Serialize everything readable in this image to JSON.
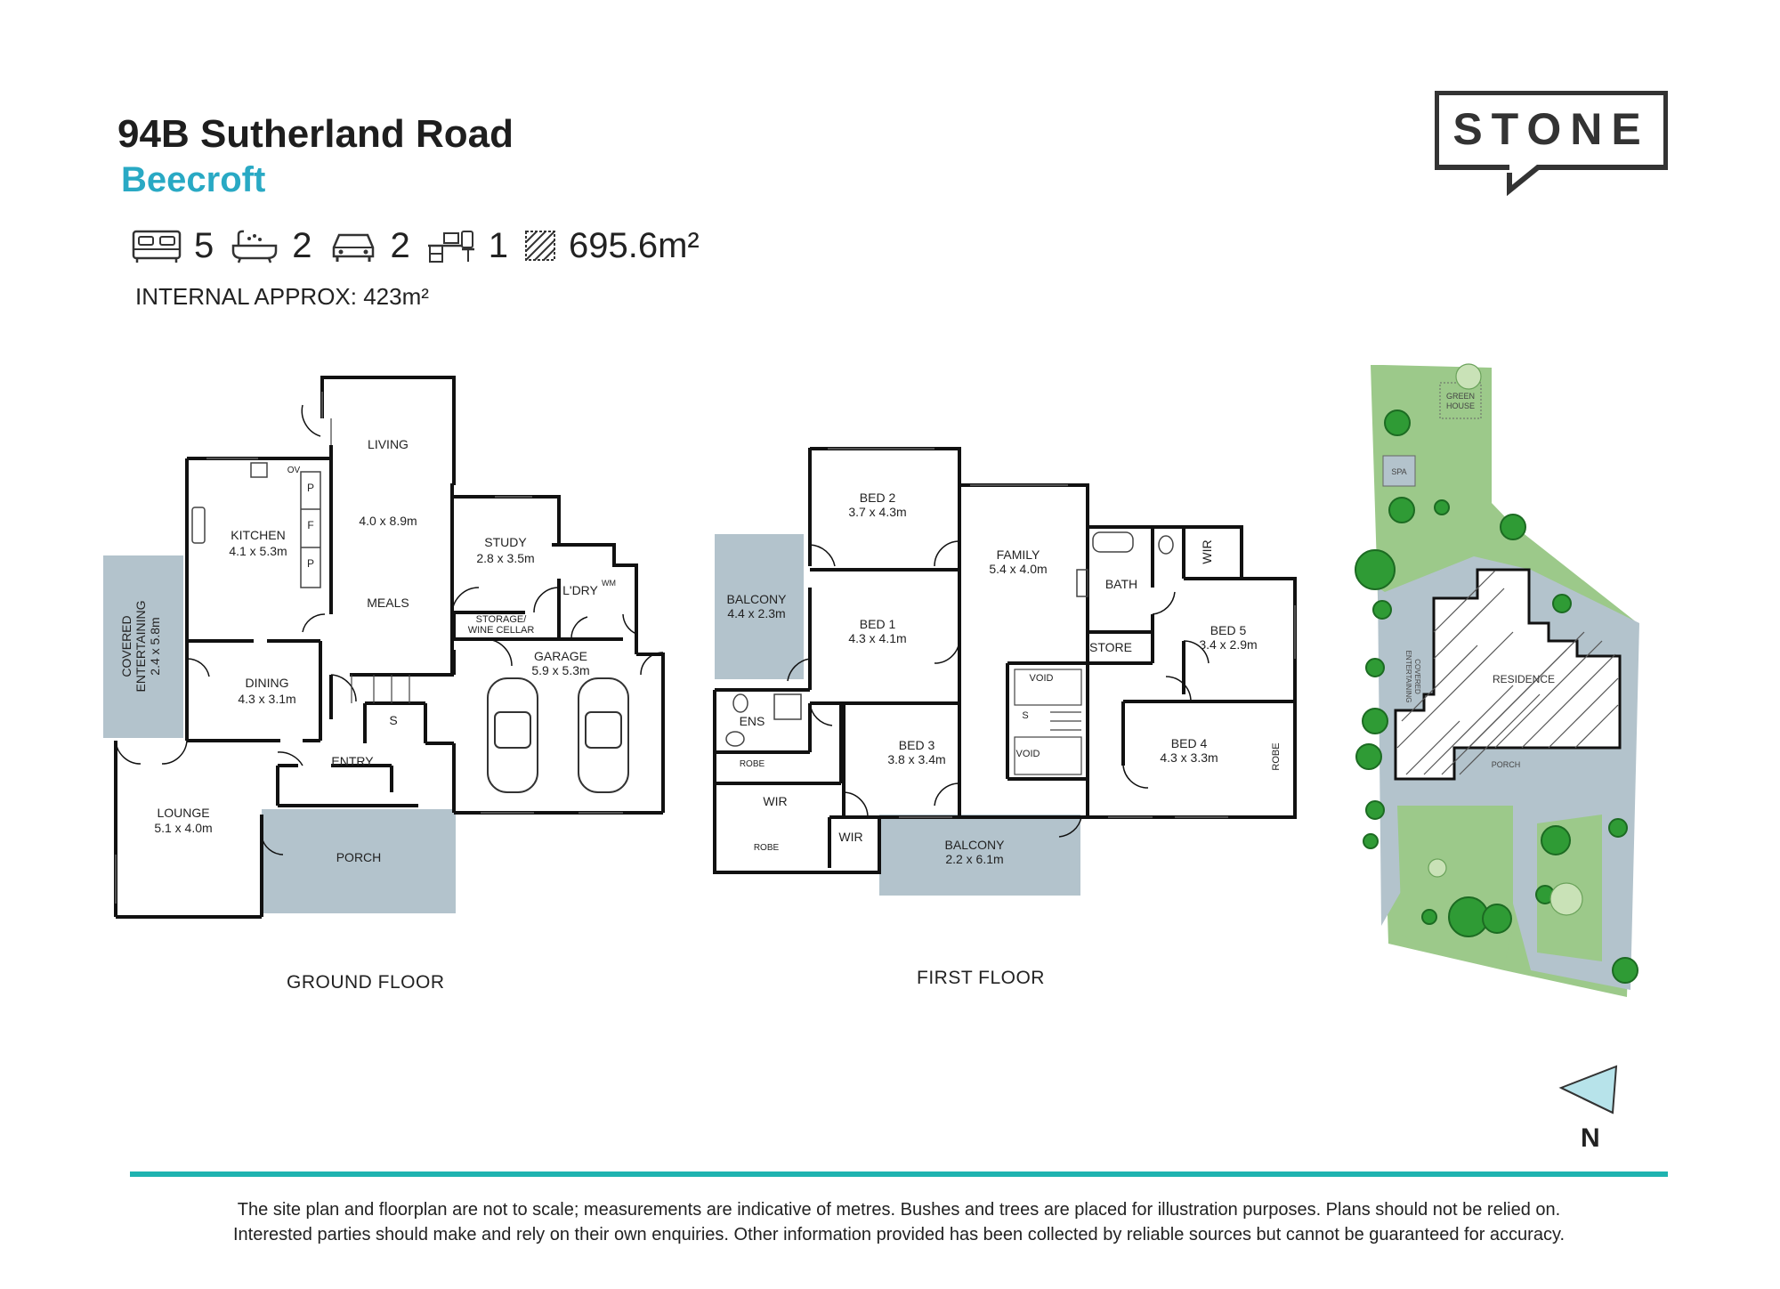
{
  "header": {
    "address": "94B Sutherland Road",
    "suburb": "Beecroft",
    "internal": "INTERNAL APPROX: 423m²"
  },
  "stats": {
    "bedrooms": "5",
    "bathrooms": "2",
    "cars": "2",
    "studies": "1",
    "land_area": "695.6m²",
    "icons": [
      "bed-icon",
      "bath-icon",
      "car-icon",
      "desk-icon",
      "land-area-icon"
    ]
  },
  "brand": {
    "logo_text": "STONE",
    "accent": "#29a9c4",
    "divider": "#1fb3b0",
    "outdoor": "#b3c3cc"
  },
  "ground_floor": {
    "caption": "GROUND FLOOR",
    "rooms": {
      "living": "LIVING",
      "living_size": "4.0 x 8.9m",
      "meals": "MEALS",
      "kitchen": "KITCHEN",
      "kitchen_size": "4.1 x 5.3m",
      "covered": "COVERED",
      "entertaining": "ENTERTAINING",
      "covered_size": "2.4 x 5.8m",
      "dining": "DINING",
      "dining_size": "4.3 x 3.1m",
      "study": "STUDY",
      "study_size": "2.8 x 3.5m",
      "ldry": "L'DRY",
      "wm": "WM",
      "storage": "STORAGE/",
      "wine_cellar": "WINE CELLAR",
      "garage": "GARAGE",
      "garage_size": "5.9 x 5.3m",
      "entry": "ENTRY",
      "s": "S",
      "lounge": "LOUNGE",
      "lounge_size": "5.1 x 4.0m",
      "porch": "PORCH",
      "ov": "OV",
      "p": "P",
      "f": "F"
    }
  },
  "first_floor": {
    "caption": "FIRST FLOOR",
    "rooms": {
      "bed2": "BED 2",
      "bed2_size": "3.7 x 4.3m",
      "family": "FAMILY",
      "family_size": "5.4 x 4.0m",
      "bath": "BATH",
      "wir": "WIR",
      "balcony1": "BALCONY",
      "balcony1_size": "4.4 x 2.3m",
      "bed1": "BED 1",
      "bed1_size": "4.3 x 4.1m",
      "bed5": "BED 5",
      "bed5_size": "3.4 x 2.9m",
      "store": "STORE",
      "void": "VOID",
      "s": "S",
      "ens": "ENS",
      "robe": "ROBE",
      "bed3": "BED 3",
      "bed3_size": "3.8 x 3.4m",
      "bed4": "BED 4",
      "bed4_size": "4.3 x 3.3m",
      "balcony2": "BALCONY",
      "balcony2_size": "2.2 x 6.1m"
    }
  },
  "site_plan": {
    "green_house": [
      "GREEN",
      "HOUSE"
    ],
    "spa": "SPA",
    "residence": "RESIDENCE",
    "porch": "PORCH",
    "covered_ent": [
      "COVERED",
      "ENTERTAINING"
    ]
  },
  "north": {
    "label": "N"
  },
  "disclaimer": {
    "line1": "The site plan and floorplan are not to scale; measurements are indicative of metres. Bushes and trees are placed for illustration purposes. Plans should not be relied on.",
    "line2": "Interested parties should make and rely on their own enquiries. Other information provided has been collected by reliable sources but cannot be guaranteed for accuracy."
  }
}
